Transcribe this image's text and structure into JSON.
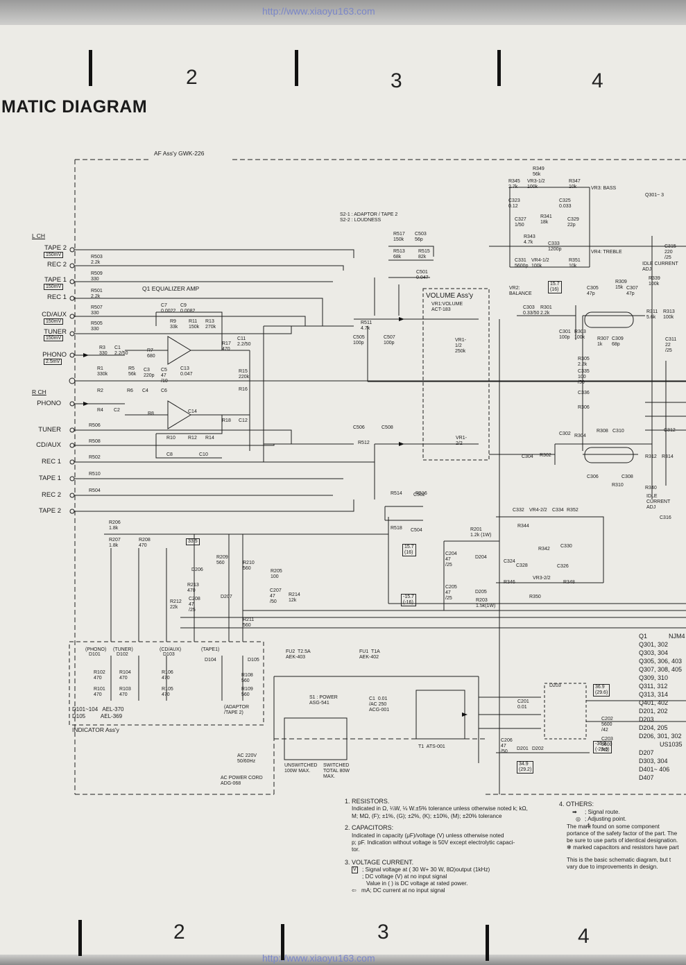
{
  "watermark": "http://www.xiaoyu163.com",
  "title": "MATIC DIAGRAM",
  "columns": [
    "2",
    "3",
    "4"
  ],
  "af_assy": "AF Ass'y  GWK-226",
  "channels": {
    "left": "L CH",
    "right": "R CH"
  },
  "left_inputs": [
    {
      "name": "TAPE 2",
      "level": "150mV"
    },
    {
      "name": "REC 2",
      "level": ""
    },
    {
      "name": "TAPE 1",
      "level": "150mV"
    },
    {
      "name": "REC 1",
      "level": ""
    },
    {
      "name": "CD/AUX",
      "level": "150mV"
    },
    {
      "name": "TUNER",
      "level": "150mV"
    },
    {
      "name": "PHONO",
      "level": "2.5mV"
    }
  ],
  "right_inputs": [
    "PHONO",
    "TUNER",
    "CD/AUX",
    "REC 1",
    "TAPE 1",
    "REC 2",
    "TAPE 2"
  ],
  "blocks": {
    "eq_amp": "Q1  EQUALIZER  AMP",
    "volume": "VOLUME  Ass'y",
    "volume_part": "VR1:VOLUME\nACT-183",
    "indicator": "INDICATOR  Ass'y",
    "s2_legend": "S2-1 : ADAPTOR / TAPE 2\nS2-2 : LOUDNESS",
    "vr3": "VR3: BASS",
    "vr4": "VR4: TREBLE",
    "vr2": "VR2:\nBALANCE",
    "idle1": "IDLE CURRENT\nADJ",
    "idle2": "IDLE\nCURRENT\nADJ",
    "q301": "Q301~ 3",
    "power_switch": "S1 : POWER\nASG-541",
    "transformer": "T1  ATS-001",
    "fuse2": "FU2  T2.5A\nAEK-403",
    "fuse1": "FU1  T1A\nAEK-402",
    "cap_ac": "C1  0.01\n/AC 250\nACG-001",
    "ac_in": "AC 220V\n50/60Hz",
    "ac_cord": "AC POWER CORD\nADG-068",
    "outlets": [
      "UNSWITCHED\n100W MAX.",
      "SWITCHED\nTOTAL 80W\nMAX."
    ],
    "adaptor": "(ADAPTOR\n/TAPE 2)",
    "leds": "D101~104   AEL-370\nD105          AEL-369",
    "led_labels": [
      "(PHONO)",
      "(TUNER)",
      "(CD/AUX)",
      "(TAPE1)"
    ],
    "voltages": [
      "33.5",
      "15.7\n(16)",
      "15.7\n(16)",
      "-15.7\n(-16)",
      "36.9\n(29.6)",
      "-36.9\n(-29.6)",
      "34.9\n(29.2)"
    ]
  },
  "parts_list": [
    {
      "ref": "Q1",
      "part": "NJM4"
    },
    {
      "ref": "Q301, 302",
      "part": ""
    },
    {
      "ref": "Q303, 304",
      "part": ""
    },
    {
      "ref": "Q305, 306, 403",
      "part": ""
    },
    {
      "ref": "Q307, 308, 405",
      "part": ""
    },
    {
      "ref": "Q309, 310",
      "part": ""
    },
    {
      "ref": "Q311, 312",
      "part": ""
    },
    {
      "ref": "Q313, 314",
      "part": ""
    },
    {
      "ref": "Q401, 402",
      "part": ""
    },
    {
      "ref": "D201, 202",
      "part": ""
    },
    {
      "ref": "D203",
      "part": ""
    },
    {
      "ref": "D204, 205",
      "part": ""
    },
    {
      "ref": "D206, 301, 302",
      "part": ""
    },
    {
      "ref": "US1035",
      "part": ""
    },
    {
      "ref": "D207",
      "part": ""
    },
    {
      "ref": "D303, 304",
      "part": ""
    },
    {
      "ref": "D401~ 406",
      "part": ""
    },
    {
      "ref": "D407",
      "part": ""
    }
  ],
  "notes": {
    "resistors_h": "1. RESISTORS.",
    "resistors_1": "Indicated in Ω, ¼W, ⅛ W.±5% tolerance unless otherwise noted k; kΩ,",
    "resistors_2": "M; MΩ,  (F); ±1%,  (G); ±2%,  (K); ±10%,  (M); ±20% tolerance",
    "capacitors_h": "2. CAPACITORS:",
    "capacitors_1": "Indicated in capacity (μF)/voltage (V) unless otherwise noted",
    "capacitors_2": "p; pF. Indication without voltage is 50V except electrolytic capaci-",
    "capacitors_3": "tor.",
    "voltage_h": "3. VOLTAGE  CURRENT.",
    "voltage_1": "; Signal voltage at (  30 W+    30 W, 8Ω)output (1kHz)",
    "voltage_2": "; DC voltage (V) at no input signal",
    "voltage_3": "Value in (     ) is DC voltage at rated power.",
    "voltage_4": "mA; DC current at no input signal",
    "others_h": "4. OTHERS:",
    "others_1": "; Signal route.",
    "others_2": "; Adjusting point.",
    "others_3": "The    mark found on some component",
    "others_4": "portance of the safety factor of the part. The",
    "others_5": "be sure to use parts of identical designation.",
    "others_6": "✻ marked capacitors and resistors have part",
    "others_7": "This is the basic schematic diagram, but t",
    "others_8": "vary due to improvements in design."
  },
  "components": [
    "R503\n2.2k",
    "R509\n330",
    "R501\n2.2k",
    "R507\n330",
    "R505\n330",
    "R3\n330",
    "C1\n2.2/50",
    "R1\n330k",
    "R5\n56k",
    "C3\n220p",
    "C5\n47\n/10",
    "R7\n680",
    "C7\n0.0022",
    "C9\n0.0082",
    "R9\n33k",
    "R11\n150k",
    "R13\n270k",
    "C13\n0.047",
    "R17\n470",
    "C11\n2.2/50",
    "R15\n220k",
    "R2",
    "R4",
    "C2",
    "R6",
    "C4",
    "C6",
    "R8",
    "R10",
    "R12",
    "R14",
    "C8",
    "C10",
    "R16",
    "R18",
    "C12",
    "C14",
    "R506",
    "R508",
    "R502",
    "R510",
    "R504",
    "R517\n150k",
    "C503\n56p",
    "R513\n68k",
    "R515\n82k",
    "C501\n0.047",
    "R511\n4.7k",
    "C505\n100p",
    "C507\n100p",
    "VR1-\n1/2\n250k",
    "VR1-\n2/2",
    "C506",
    "C508",
    "R512",
    "R514",
    "R516",
    "C502",
    "R518",
    "C504",
    "R206\n1.8k",
    "R207\n1.8k",
    "R208\n470",
    "R209\n560",
    "R205\n100",
    "R213\n470",
    "C208\n47\n/25",
    "R212\n22k",
    "C207\n47\n/50",
    "R214\n12k",
    "R210\n560",
    "R211\n560",
    "R201\n1.2k (1W)",
    "C204\n47\n/25",
    "C205\n47\n/25",
    "R203\n1.5k(1W)",
    "R349\n56k",
    "R345\n2.7k",
    "R347\n10k",
    "C323\n0.12",
    "C325\n0.033",
    "VR3-1/2\n100k",
    "R341\n18k",
    "C327\n1/50",
    "C329\n22p",
    "R343\n4.7k",
    "C333\n1200p",
    "C331\n5600p",
    "VR4-1/2\n100k",
    "R351\n10k",
    "C303\n0.33/50",
    "R301\n2.2k",
    "C301\n100p",
    "R303\n100k",
    "C305\n47p",
    "R309\n15k",
    "C307\n47p",
    "R305\n2.2k",
    "C335\n100\n/50",
    "C336",
    "R306",
    "R307\n1k",
    "C309\n68p",
    "C302",
    "R304",
    "R302",
    "C304",
    "R308",
    "C310",
    "C306",
    "C308",
    "R310",
    "C332",
    "VR4-2/2",
    "C334",
    "R352",
    "R344",
    "R342",
    "C330",
    "C324",
    "C328",
    "VR3-2/2",
    "C326",
    "R346",
    "R350",
    "R348",
    "R339\n100k",
    "R311\n5.6k",
    "R313\n100k",
    "C311\n22\n/25",
    "C315\n220\n/25",
    "C312",
    "R312",
    "R314",
    "R340",
    "C316",
    "R102\n470",
    "R104\n470",
    "R101\n470",
    "R103\n470",
    "R105\n470",
    "R106\n470",
    "R108\n560",
    "R109\n560",
    "C201\n0.01",
    "C202\n5600\n/42",
    "C203\n5600\n/42",
    "C206\n47\n/50",
    "D201",
    "D202",
    "D203",
    "D204",
    "D205",
    "D206",
    "D207",
    "D101",
    "D102",
    "D103",
    "D104",
    "D105"
  ]
}
